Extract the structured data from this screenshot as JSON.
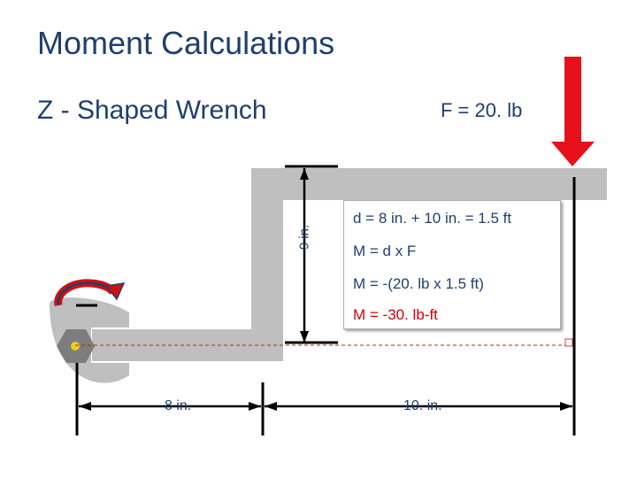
{
  "title": "Moment Calculations",
  "subtitle": "Z - Shaped Wrench",
  "force_label": "F = 20. lb",
  "dimensions": {
    "height": "9 in.",
    "left_span": "8 in.",
    "right_span": "10. in."
  },
  "calculation": {
    "distance": "d = 8 in. + 10 in. = 1.5 ft",
    "formula": "M = d x F",
    "substitution": "M = -(20. lb x 1.5 ft)",
    "result": "M =  -30. lb-ft"
  },
  "colors": {
    "title": "#1f3f6e",
    "wrench": "#bfbfbf",
    "force_arrow": "#e8101a",
    "result": "#d40000",
    "rotation_arrow": "#d01010",
    "bolt": "#7d7d7d",
    "pivot": "#e4d21c"
  },
  "icons": {
    "force": "down-arrow-icon",
    "rotation": "clockwise-arrow-icon",
    "bolt": "hex-bolt-icon"
  }
}
